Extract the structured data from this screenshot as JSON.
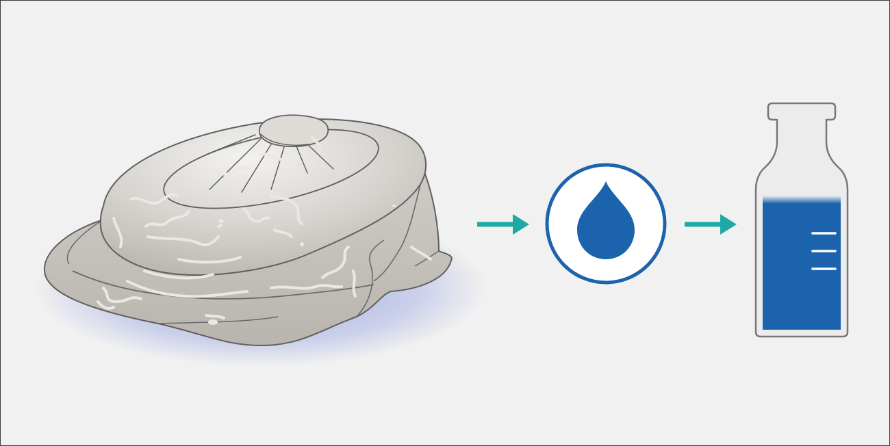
{
  "diagram": {
    "steps": [
      {
        "name": "placenta-tissue",
        "icon": "placenta-icon"
      },
      {
        "name": "arrow",
        "icon": "arrow-right-icon"
      },
      {
        "name": "fluid-drop",
        "icon": "droplet-icon"
      },
      {
        "name": "arrow",
        "icon": "arrow-right-icon"
      },
      {
        "name": "bottle",
        "icon": "bottle-icon",
        "fill_level": 0.84
      }
    ],
    "colors": {
      "background": "#f1f1f1",
      "tissue": "#c9c6c2",
      "tissue_outline": "#5f5f5f",
      "tissue_veins": "#e6e3df",
      "glow": "#5b6ed6",
      "arrow": "#1fa9a6",
      "blue": "#1c63ad",
      "bottle_glass": "#ececec",
      "bottle_outline": "#777777"
    }
  }
}
